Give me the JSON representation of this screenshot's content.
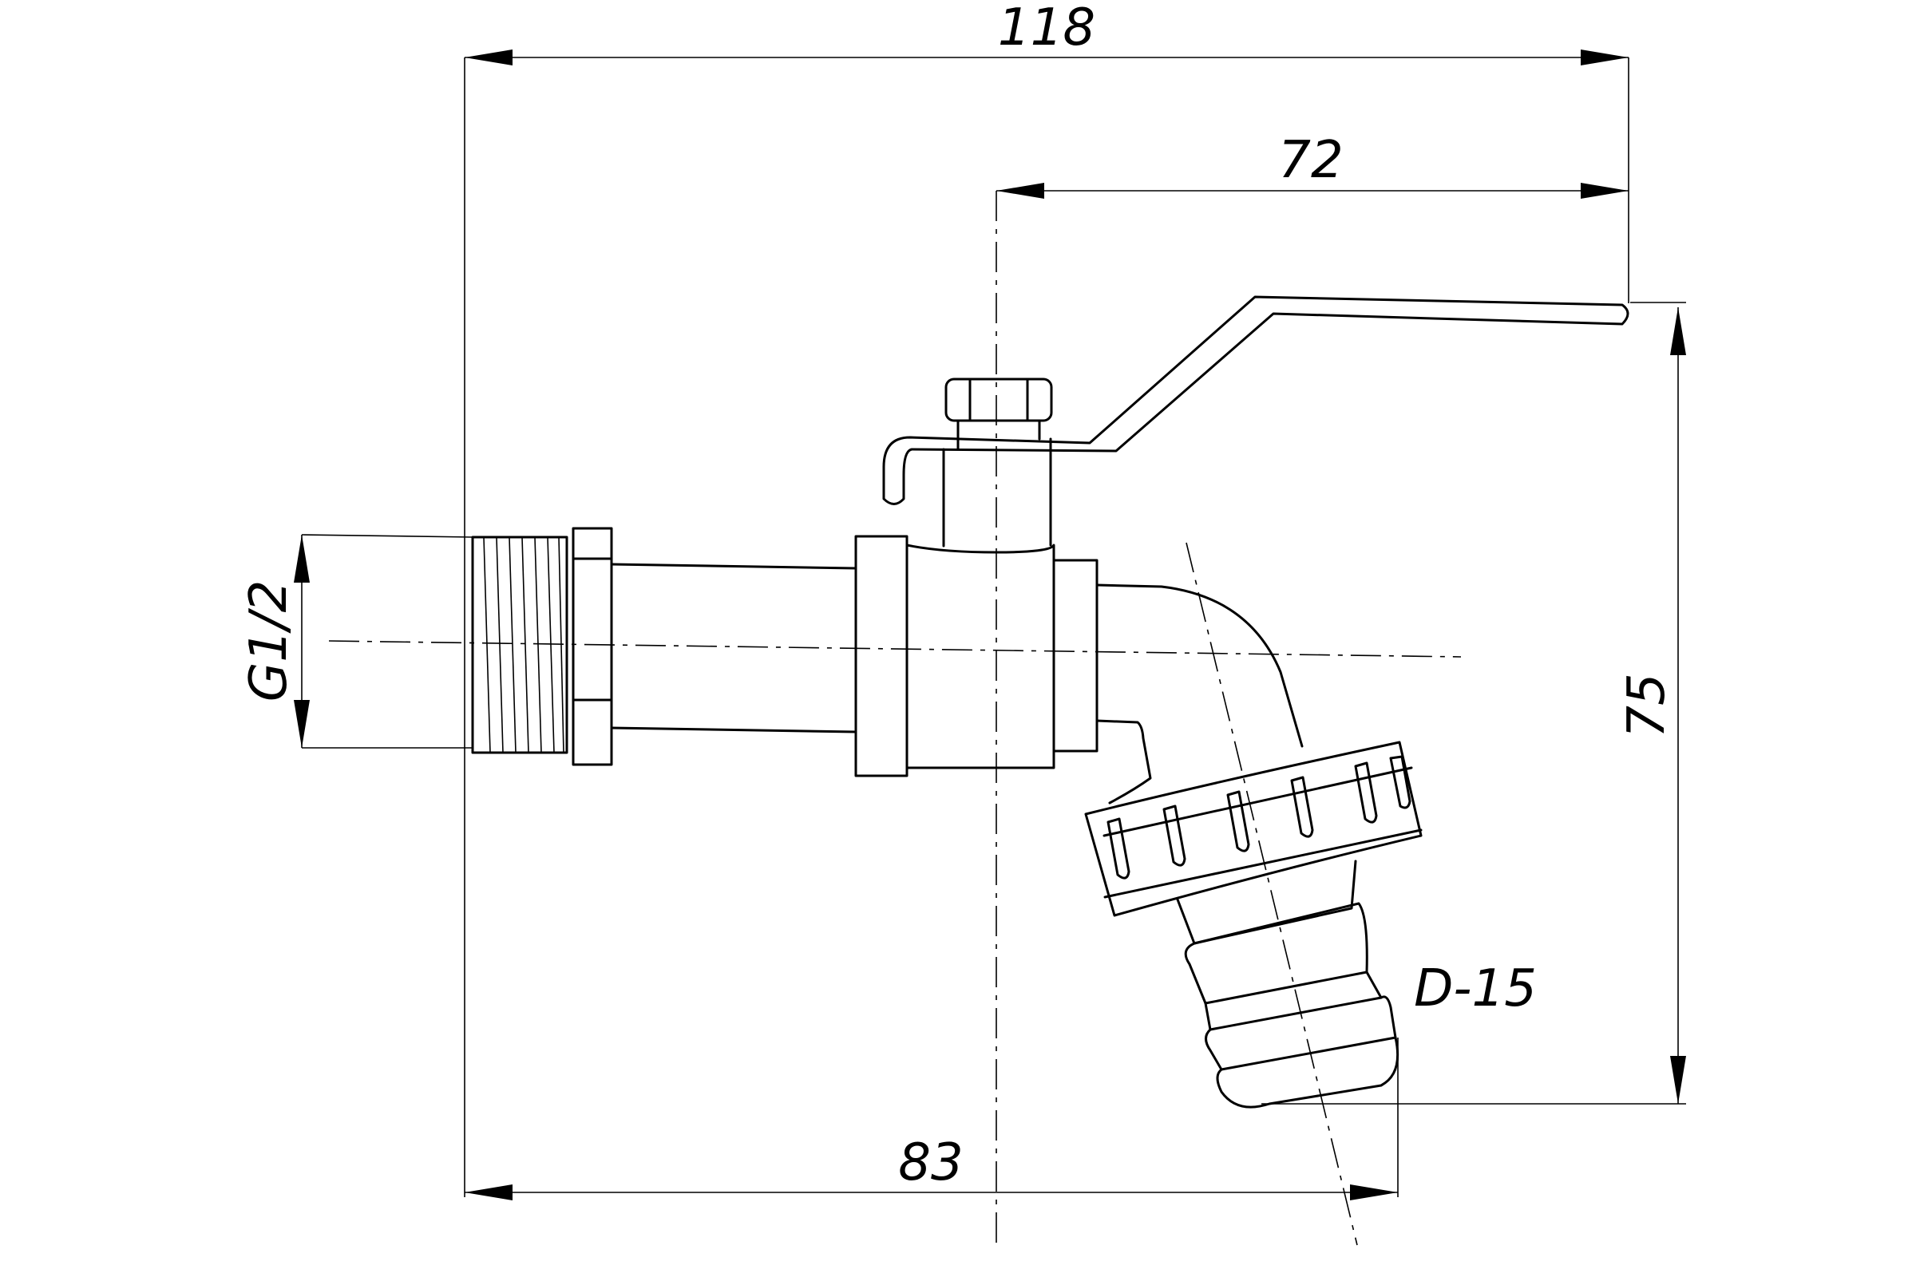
{
  "dimensions": {
    "overall_length": "118",
    "handle_length": "72",
    "spout_length": "83",
    "height": "75",
    "thread": "G1/2",
    "hose_diameter": "D-15"
  },
  "colors": {
    "line": "#000000",
    "background": "#ffffff"
  }
}
